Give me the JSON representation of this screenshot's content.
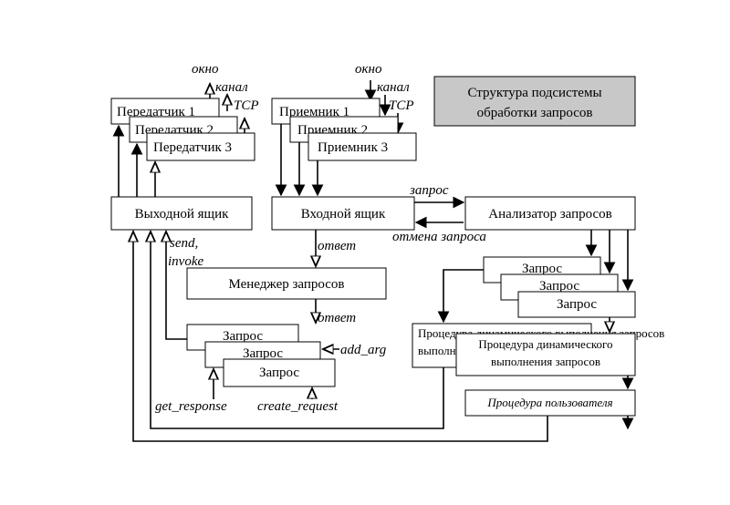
{
  "title": {
    "line1": "Структура подсистемы",
    "line2": "обработки запросов"
  },
  "transmitters": [
    "Передатчик 1",
    "Передатчик 2",
    "Передатчик 3"
  ],
  "receivers": [
    "Приемник 1",
    "Приемник 2",
    "Приемник 3"
  ],
  "labels": {
    "window": "окно",
    "channel": "канал",
    "tcp": "TCP",
    "request": "запрос",
    "cancel_request": "отмена запроса",
    "answer": "ответ",
    "send": "send,",
    "invoke": "invoke",
    "add_arg": "add_arg",
    "get_response": "get_response",
    "create_request": "create_request"
  },
  "boxes": {
    "outbox": "Выходной ящик",
    "inbox": "Входной ящик",
    "analyzer": "Анализатор запросов",
    "manager": "Менеджер запросов",
    "request": "Запрос",
    "dyn_proc_line1": "Процедура динамического",
    "dyn_proc_line2": "выполнения запросов",
    "dyn_proc_back": "Процедура динамического выполнения запросов",
    "user_proc": "Процедура пользователя"
  }
}
